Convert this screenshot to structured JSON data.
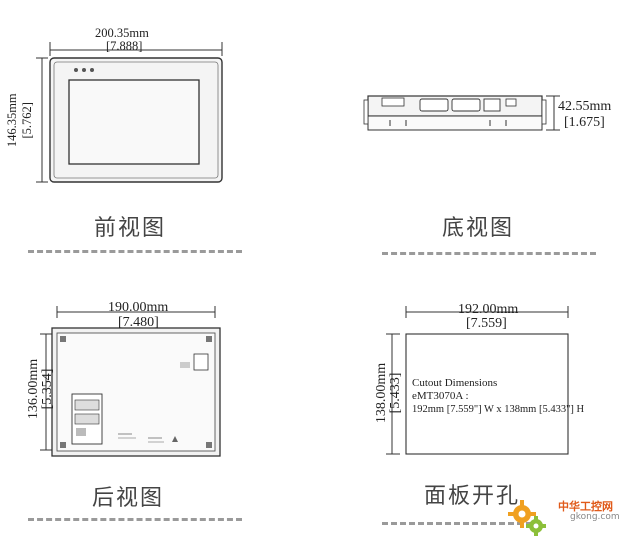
{
  "front_view": {
    "width_mm": "200.35mm",
    "width_in": "[7.888]",
    "height_mm": "146.35mm",
    "height_in": "[5.762]",
    "caption": "前视图"
  },
  "bottom_view": {
    "depth_mm": "42.55mm",
    "depth_in": "[1.675]",
    "caption": "底视图"
  },
  "rear_view": {
    "width_mm": "190.00mm",
    "width_in": "[7.480]",
    "height_mm": "136.00mm",
    "height_in": "[5.354]",
    "caption": "后视图"
  },
  "cutout_view": {
    "width_mm": "192.00mm",
    "width_in": "[7.559]",
    "height_mm": "138.00mm",
    "height_in": "[5.433]",
    "line1": "Cutout Dimensions",
    "line2": "eMT3070A :",
    "line3": "192mm [7.559\"] W x 138mm [5.433\"] H",
    "caption": "面板开孔"
  },
  "watermark": {
    "brand": "中华工控网",
    "site": "gkong.com"
  },
  "colors": {
    "line": "#333333",
    "dash": "#9a9a9a",
    "watermark": "#e05a1a"
  }
}
